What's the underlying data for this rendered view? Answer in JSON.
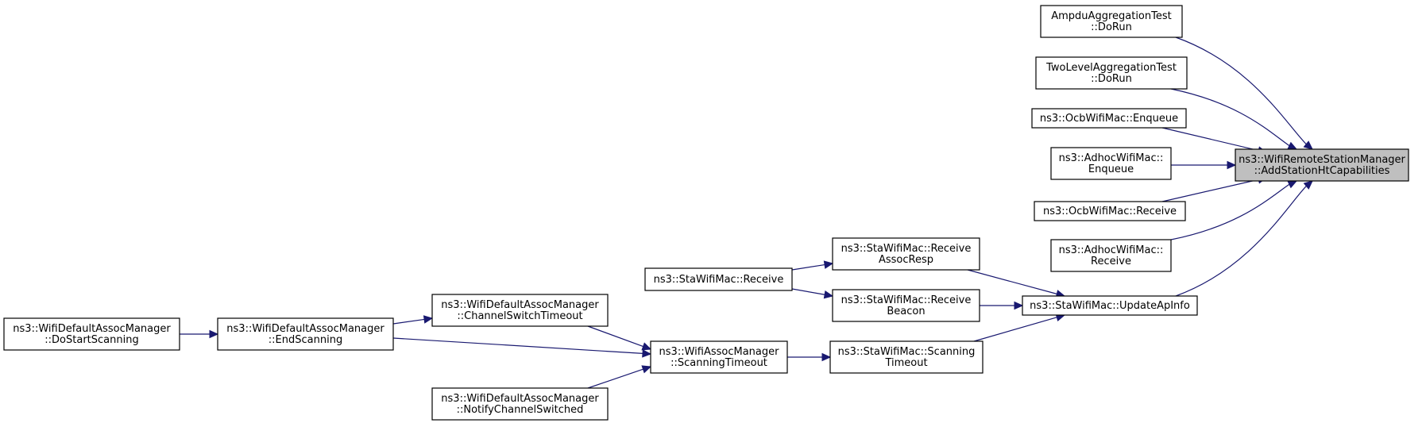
{
  "diagram": {
    "nodes": [
      {
        "id": "root",
        "lines": [
          "ns3::WifiRemoteStationManager",
          "::AddStationHtCapabilities"
        ],
        "highlight": true
      },
      {
        "id": "ampdu",
        "lines": [
          "AmpduAggregationTest",
          "::DoRun"
        ]
      },
      {
        "id": "twolevel",
        "lines": [
          "TwoLevelAggregationTest",
          "::DoRun"
        ]
      },
      {
        "id": "ocb_enqueue",
        "lines": [
          "ns3::OcbWifiMac::Enqueue"
        ]
      },
      {
        "id": "adhoc_enqueue",
        "lines": [
          "ns3::AdhocWifiMac::",
          "Enqueue"
        ]
      },
      {
        "id": "ocb_receive",
        "lines": [
          "ns3::OcbWifiMac::Receive"
        ]
      },
      {
        "id": "adhoc_receive",
        "lines": [
          "ns3::AdhocWifiMac::",
          "Receive"
        ]
      },
      {
        "id": "updateap",
        "lines": [
          "ns3::StaWifiMac::UpdateApInfo"
        ]
      },
      {
        "id": "recv_assoc",
        "lines": [
          "ns3::StaWifiMac::Receive",
          "AssocResp"
        ]
      },
      {
        "id": "recv_beacon",
        "lines": [
          "ns3::StaWifiMac::Receive",
          "Beacon"
        ]
      },
      {
        "id": "scan_timeout_sta",
        "lines": [
          "ns3::StaWifiMac::Scanning",
          "Timeout"
        ]
      },
      {
        "id": "sta_receive",
        "lines": [
          "ns3::StaWifiMac::Receive"
        ]
      },
      {
        "id": "assoc_scan_timeout",
        "lines": [
          "ns3::WifiAssocManager",
          "::ScanningTimeout"
        ]
      },
      {
        "id": "chan_switch",
        "lines": [
          "ns3::WifiDefaultAssocManager",
          "::ChannelSwitchTimeout"
        ]
      },
      {
        "id": "end_scanning",
        "lines": [
          "ns3::WifiDefaultAssocManager",
          "::EndScanning"
        ]
      },
      {
        "id": "notify_switched",
        "lines": [
          "ns3::WifiDefaultAssocManager",
          "::NotifyChannelSwitched"
        ]
      },
      {
        "id": "do_start_scanning",
        "lines": [
          "ns3::WifiDefaultAssocManager",
          "::DoStartScanning"
        ]
      }
    ],
    "edges": [
      {
        "from": "ampdu",
        "to": "root"
      },
      {
        "from": "twolevel",
        "to": "root"
      },
      {
        "from": "ocb_enqueue",
        "to": "root"
      },
      {
        "from": "adhoc_enqueue",
        "to": "root"
      },
      {
        "from": "ocb_receive",
        "to": "root"
      },
      {
        "from": "adhoc_receive",
        "to": "root"
      },
      {
        "from": "updateap",
        "to": "root"
      },
      {
        "from": "recv_assoc",
        "to": "updateap"
      },
      {
        "from": "recv_beacon",
        "to": "updateap"
      },
      {
        "from": "scan_timeout_sta",
        "to": "updateap"
      },
      {
        "from": "sta_receive",
        "to": "recv_assoc"
      },
      {
        "from": "sta_receive",
        "to": "recv_beacon"
      },
      {
        "from": "assoc_scan_timeout",
        "to": "scan_timeout_sta"
      },
      {
        "from": "chan_switch",
        "to": "assoc_scan_timeout"
      },
      {
        "from": "end_scanning",
        "to": "assoc_scan_timeout"
      },
      {
        "from": "notify_switched",
        "to": "assoc_scan_timeout"
      },
      {
        "from": "end_scanning",
        "to": "chan_switch"
      },
      {
        "from": "do_start_scanning",
        "to": "end_scanning"
      }
    ],
    "colors": {
      "edge": "#191970",
      "node_border": "#000000",
      "node_fill": "#ffffff",
      "highlight_fill": "#bfbfbf"
    }
  }
}
